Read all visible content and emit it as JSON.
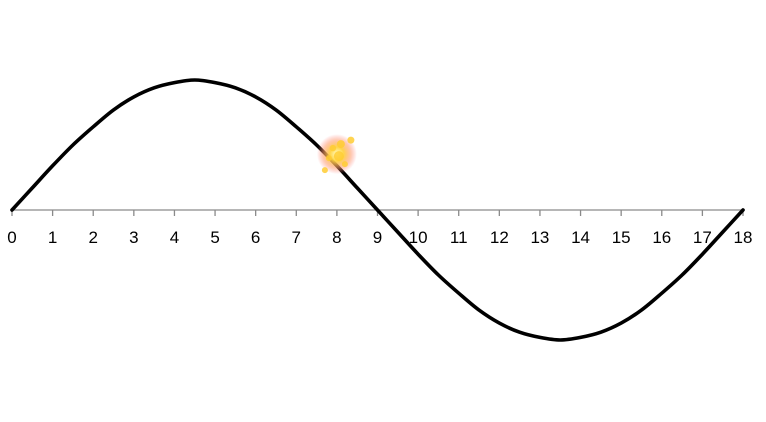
{
  "chart_data": {
    "type": "line",
    "title": "",
    "xlabel": "",
    "ylabel": "",
    "xlim": [
      0,
      18
    ],
    "ylim": [
      -1.05,
      1.05
    ],
    "grid": false,
    "legend": "none",
    "x_ticks": [
      0,
      1,
      2,
      3,
      4,
      5,
      6,
      7,
      8,
      9,
      10,
      11,
      12,
      13,
      14,
      15,
      16,
      17,
      18
    ],
    "series": [
      {
        "color": "#000000",
        "x": [
          0,
          0.5,
          1,
          1.5,
          2,
          2.5,
          3,
          3.5,
          4,
          4.5,
          5,
          5.5,
          6,
          6.5,
          7,
          7.5,
          8,
          8.5,
          9,
          9.5,
          10,
          10.5,
          11,
          11.5,
          12,
          12.5,
          13,
          13.5,
          14,
          14.5,
          15,
          15.5,
          16,
          16.5,
          17,
          17.5,
          18
        ],
        "y": [
          0,
          0.17,
          0.34,
          0.5,
          0.64,
          0.77,
          0.87,
          0.94,
          0.98,
          1.0,
          0.98,
          0.94,
          0.87,
          0.77,
          0.64,
          0.5,
          0.34,
          0.17,
          0,
          -0.17,
          -0.34,
          -0.5,
          -0.64,
          -0.77,
          -0.87,
          -0.94,
          -0.98,
          -1.0,
          -0.98,
          -0.94,
          -0.87,
          -0.77,
          -0.64,
          -0.5,
          -0.34,
          -0.17,
          0
        ]
      }
    ],
    "highlight": {
      "x": 8,
      "y": 0.43,
      "color": "#ffcc33"
    }
  }
}
